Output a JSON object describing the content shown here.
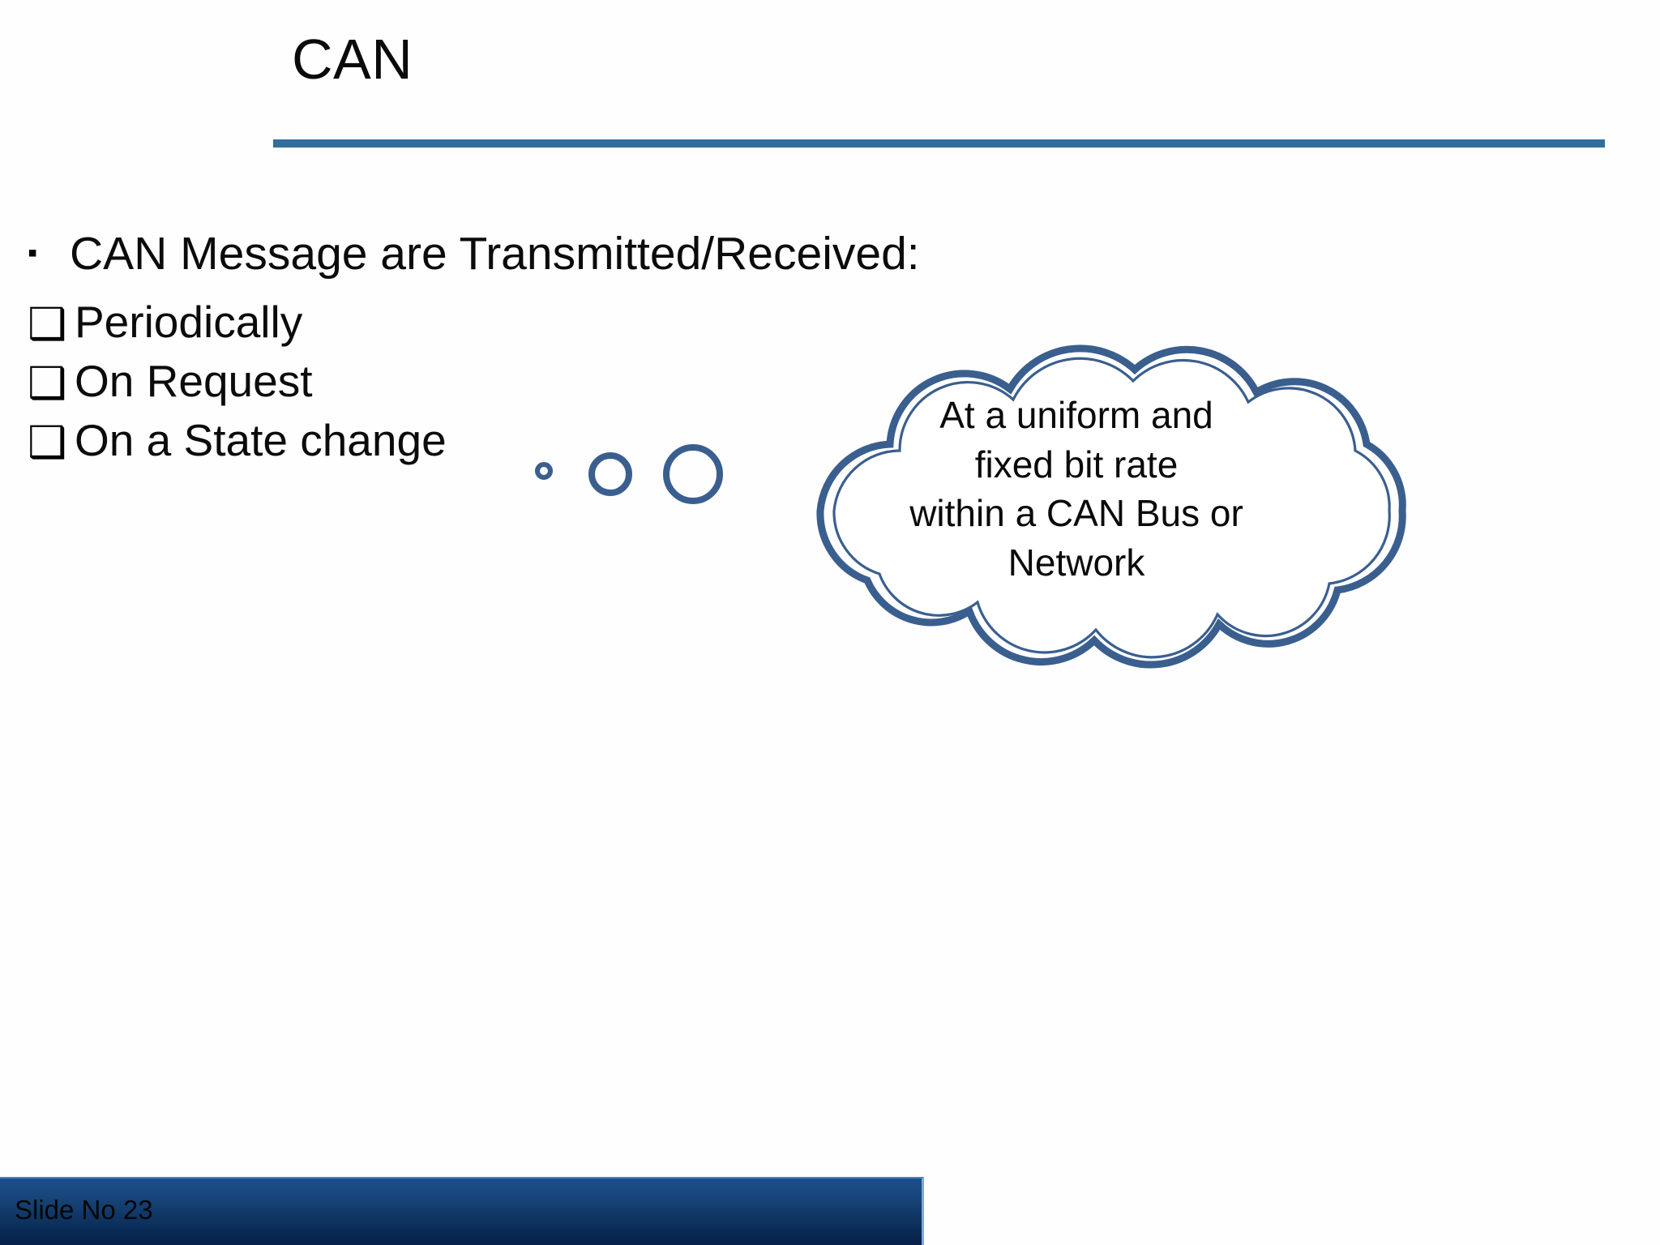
{
  "slide": {
    "title": "CAN",
    "accent_color": "#336D9E",
    "cloud_stroke_color": "#3A5F8F",
    "footer_gradient_top": "#1B5089",
    "footer_gradient_bottom": "#06204A",
    "text_color": "#0A0A0A"
  },
  "body": {
    "heading_bullet_glyph": "▪",
    "checkbox_glyph": "❑",
    "heading": "CAN Message are Transmitted/Received:",
    "items": [
      {
        "label": "Periodically"
      },
      {
        "label": "On Request"
      },
      {
        "label": "On a State change"
      }
    ]
  },
  "callout": {
    "shape": "thought-cloud",
    "lines": [
      "At a uniform and",
      "fixed bit rate",
      "within a CAN Bus or",
      "Network"
    ],
    "tail_bubbles": 3
  },
  "footer": {
    "slide_label": "Slide No 23"
  }
}
